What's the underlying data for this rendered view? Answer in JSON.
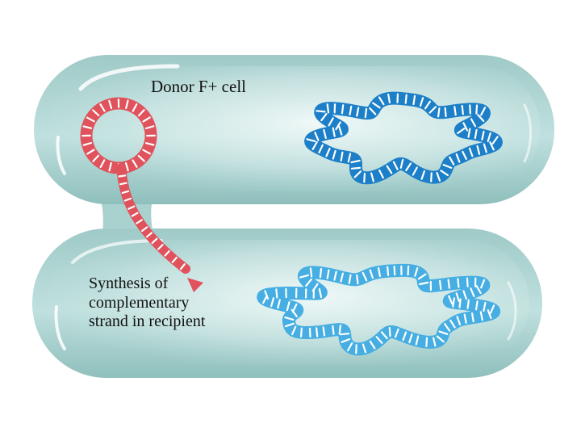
{
  "labels": {
    "donor_cell": "Donor F+ cell",
    "recipient_lines": [
      "Synthesis of",
      "complementary",
      "strand in recipient"
    ]
  },
  "colors": {
    "background": "#ffffff",
    "cell_fill": "#b4d8d6",
    "cell_highlight": "#eef7f6",
    "plasmid": "#e0525c",
    "donor_chromosome": "#1c7fc8",
    "recipient_chromosome": "#46aee2",
    "text": "#111111"
  },
  "icons": {
    "plasmid": "plasmid-ring-icon",
    "transfer_strand": "single-strand-dna-arrow-icon",
    "donor_chromosome": "donor-chromosome-icon",
    "recipient_chromosome": "recipient-chromosome-icon"
  }
}
